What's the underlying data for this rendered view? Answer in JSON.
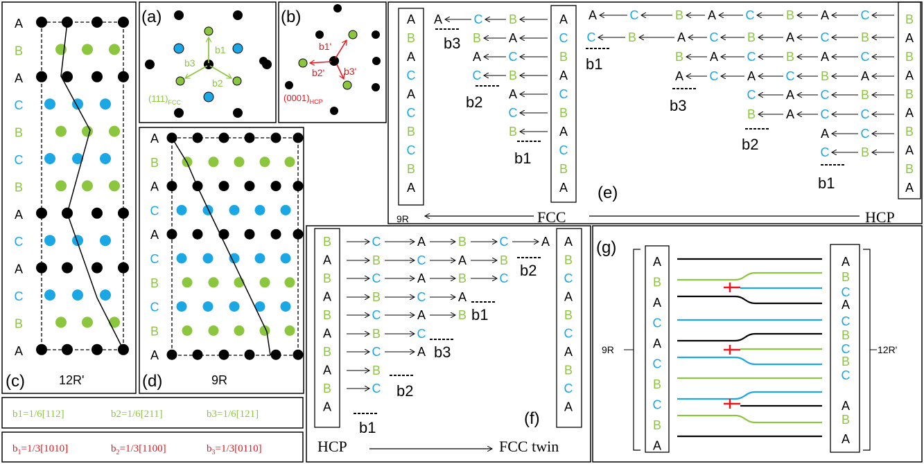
{
  "colors": {
    "black": "#000000",
    "green": "#8cc63f",
    "blue": "#1ba6e4",
    "red": "#e8141b"
  },
  "panel_labels": {
    "a": "(a)",
    "b": "(b)",
    "c": "(c)",
    "d": "(d)",
    "e": "(e)",
    "f": "(f)",
    "g": "(g)"
  },
  "panel_a": {
    "b1": "b1",
    "b2": "b2",
    "b3": "b3",
    "plane": "(111)",
    "plane_sub": "FCC"
  },
  "panel_b": {
    "b1": "b1'",
    "b2": "b2'",
    "b3": "b3'",
    "plane": "(0001)",
    "plane_sub": "HCP"
  },
  "panel_c": {
    "name": "12R'",
    "stack": [
      "A",
      "B",
      "A",
      "C",
      "B",
      "C",
      "B",
      "A",
      "C",
      "A",
      "C",
      "B",
      "A"
    ]
  },
  "panel_d": {
    "name": "9R",
    "stack": [
      "A",
      "B",
      "A",
      "C",
      "A",
      "C",
      "B",
      "C",
      "B",
      "A"
    ]
  },
  "panel_e": {
    "left_stack": [
      "A",
      "B",
      "A",
      "C",
      "A",
      "C",
      "B",
      "C",
      "B",
      "A"
    ],
    "mid_stack": [
      "A",
      "C",
      "B",
      "A",
      "C",
      "B",
      "A",
      "C",
      "B",
      "A"
    ],
    "right_stack": [
      "B",
      "A",
      "B",
      "A",
      "B",
      "A",
      "B",
      "A",
      "B",
      "A"
    ],
    "arrow_from": "HCP",
    "arrow_to": "FCC",
    "left_label": "9R",
    "slip": [
      "b3",
      "b2",
      "b1",
      "b1",
      "b3",
      "b2",
      "b1"
    ]
  },
  "panel_f": {
    "left_stack": [
      "B",
      "A",
      "B",
      "A",
      "B",
      "A",
      "B",
      "A",
      "B",
      "A"
    ],
    "right_stack": [
      "A",
      "B",
      "C",
      "A",
      "B",
      "C",
      "A",
      "B",
      "C",
      "A"
    ],
    "arrow_from": "HCP",
    "arrow_to": "FCC twin",
    "slip": [
      "b2",
      "b1",
      "b3",
      "b2",
      "b1"
    ]
  },
  "panel_g": {
    "left_stack": [
      "A",
      "B",
      "A",
      "C",
      "A",
      "C",
      "B",
      "C",
      "B",
      "A"
    ],
    "right_stack": [
      "A",
      "B",
      "C",
      "A",
      "C",
      "B",
      "C",
      "B",
      "C",
      "A",
      "B",
      "A"
    ],
    "left_label": "9R",
    "right_label": "12R'"
  },
  "burgers_fcc": [
    {
      "name": "b1",
      "value": "1/6[112]",
      "bar": "2"
    },
    {
      "name": "b2",
      "value": "1/6[211]",
      "bar": "2"
    },
    {
      "name": "b3",
      "value": "1/6[121]",
      "bar": "2"
    }
  ],
  "burgers_hcp": [
    {
      "name": "b",
      "sub": "1",
      "value": "1/3[1010]",
      "bar": "1"
    },
    {
      "name": "b",
      "sub": "2",
      "value": "1/3[1100]",
      "bar": "1"
    },
    {
      "name": "b",
      "sub": "3",
      "value": "1/3[0110]",
      "bar": "1"
    }
  ]
}
